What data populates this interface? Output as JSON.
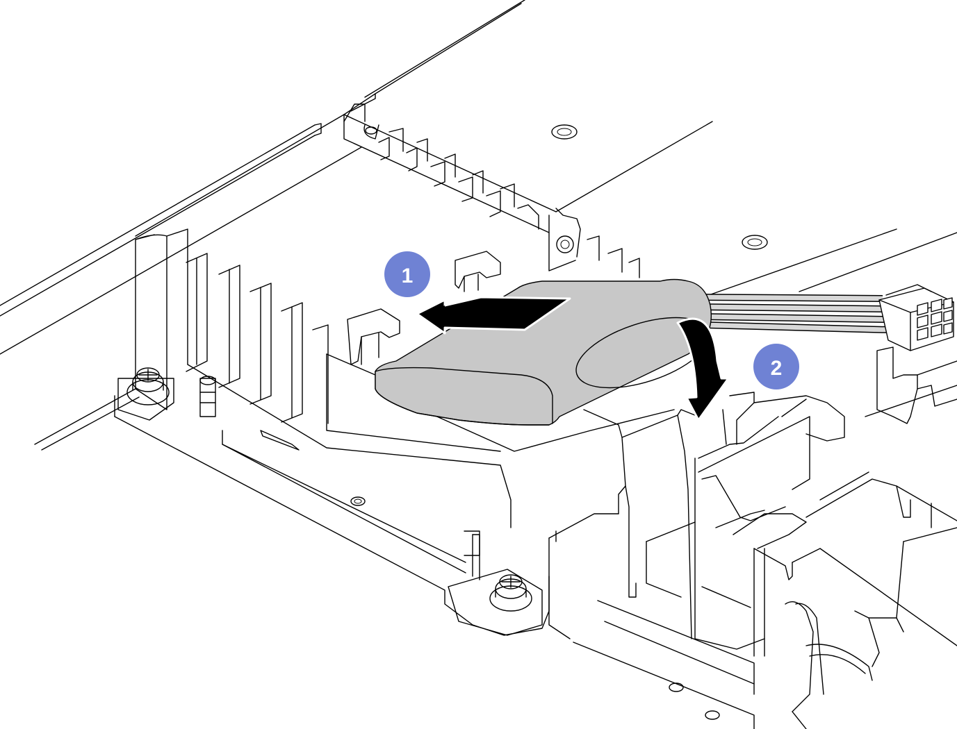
{
  "diagram": {
    "colors": {
      "line": "#000000",
      "background": "#ffffff",
      "battery_fill": "#c8c8c8",
      "arrow_fill": "#000000",
      "badge_fill": "#6f82d4",
      "badge_text": "#ffffff"
    },
    "callouts": [
      {
        "label": "1",
        "meaning": "slide-out-arrow"
      },
      {
        "label": "2",
        "meaning": "rotate-down-arrow"
      }
    ],
    "icons": [
      "straight-arrow-icon",
      "curved-arrow-icon",
      "cable-connector-icon"
    ]
  }
}
